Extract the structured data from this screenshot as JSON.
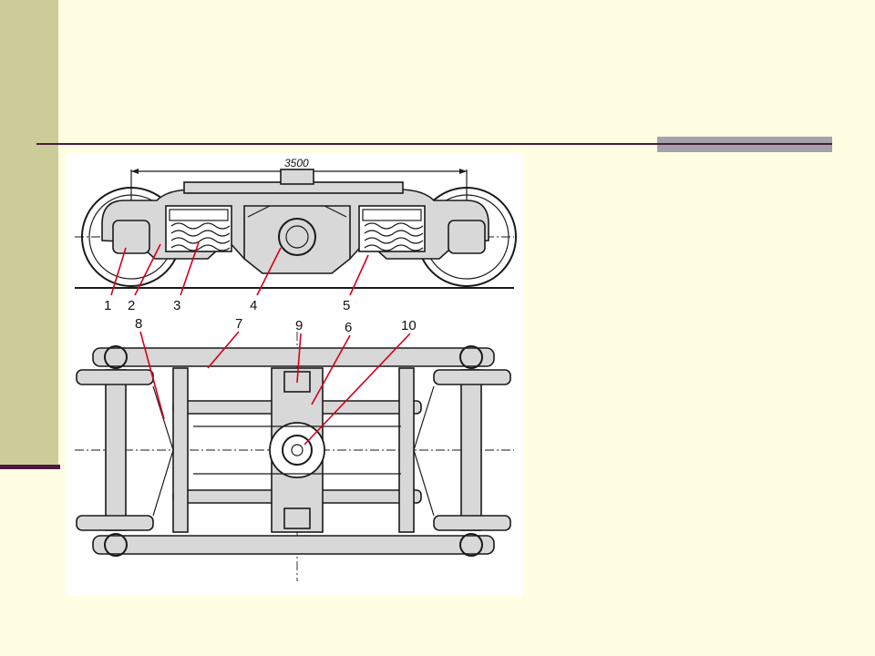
{
  "slide": {
    "title": "",
    "colors": {
      "background": "#FFFDE2",
      "sidebar": "#CCCC99",
      "rule": "#4B1A3D",
      "rule_accent": "#A4A1AC",
      "callout": "#d0021b"
    }
  },
  "figure": {
    "dimension_label": "3500",
    "callouts": [
      {
        "id": "1",
        "label": "1"
      },
      {
        "id": "2",
        "label": "2"
      },
      {
        "id": "3",
        "label": "3"
      },
      {
        "id": "4",
        "label": "4"
      },
      {
        "id": "5",
        "label": "5"
      },
      {
        "id": "6",
        "label": "6"
      },
      {
        "id": "7",
        "label": "7"
      },
      {
        "id": "8",
        "label": "8"
      },
      {
        "id": "9",
        "label": "9"
      },
      {
        "id": "10",
        "label": "10"
      }
    ]
  }
}
